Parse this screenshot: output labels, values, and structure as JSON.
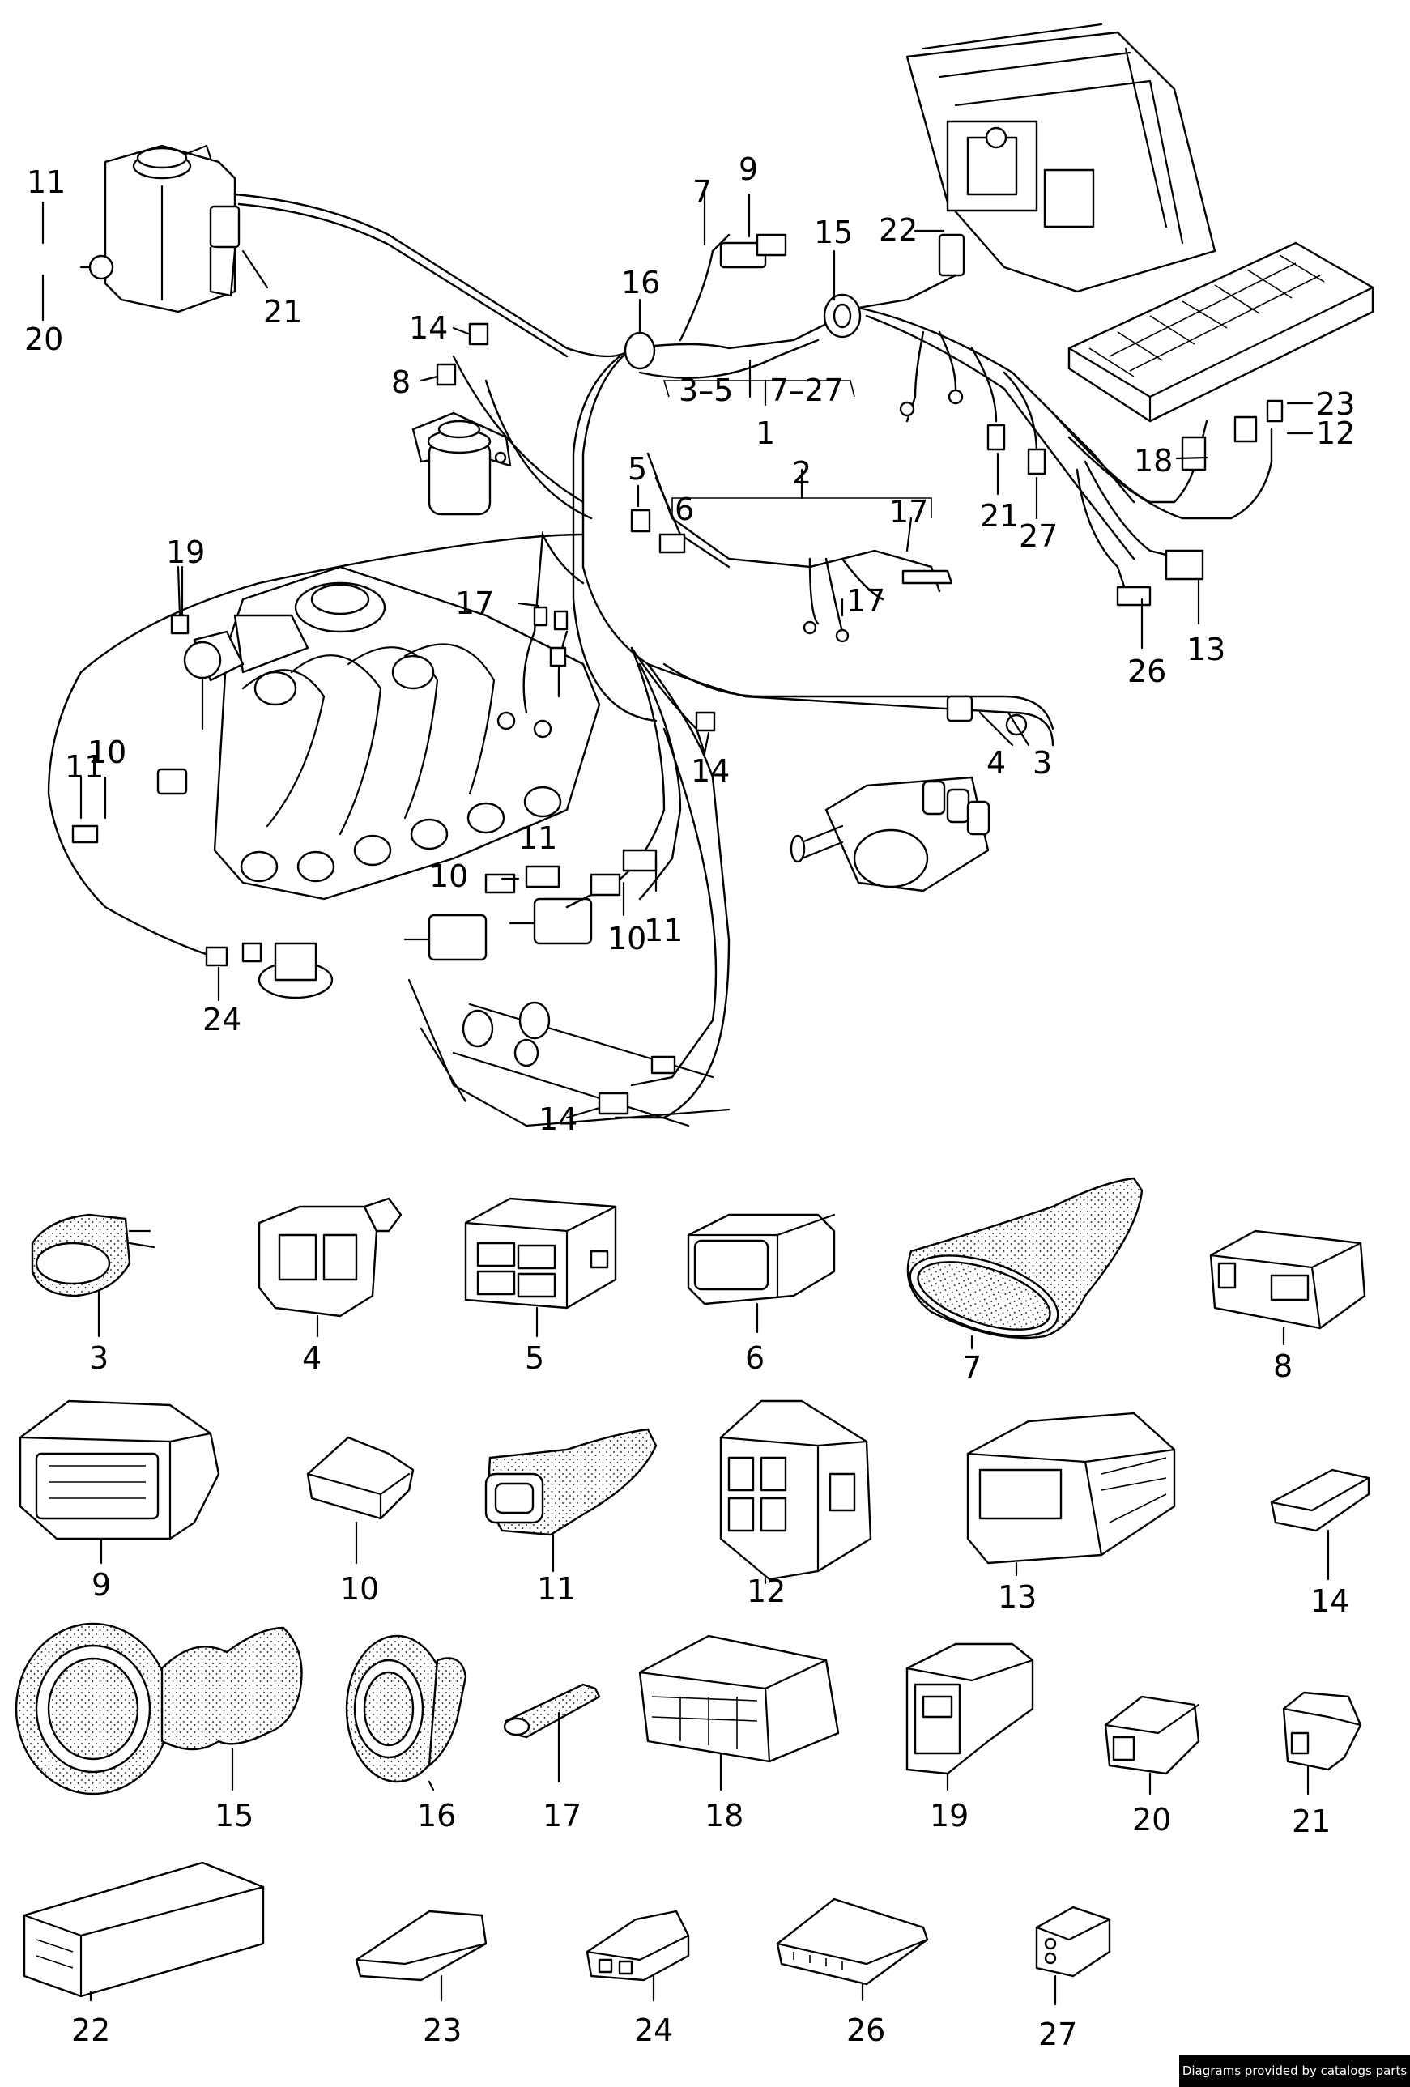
{
  "labels": {
    "l1": "1",
    "l2": "2",
    "l3": "3",
    "l4": "4",
    "l5": "5",
    "l6": "6",
    "l7": "7",
    "l8": "8",
    "l9": "9",
    "l10": "10",
    "l11": "11",
    "l12": "12",
    "l13": "13",
    "l14": "14",
    "l15": "15",
    "l16": "16",
    "l17": "17",
    "l18": "18",
    "l19": "19",
    "l20": "20",
    "l21": "21",
    "l22": "22",
    "l23": "23",
    "l24": "24",
    "l26": "26",
    "l27": "27",
    "range_a": "3–5",
    "range_b": "7–27"
  },
  "watermark": "Diagrams provided by catalogs parts"
}
